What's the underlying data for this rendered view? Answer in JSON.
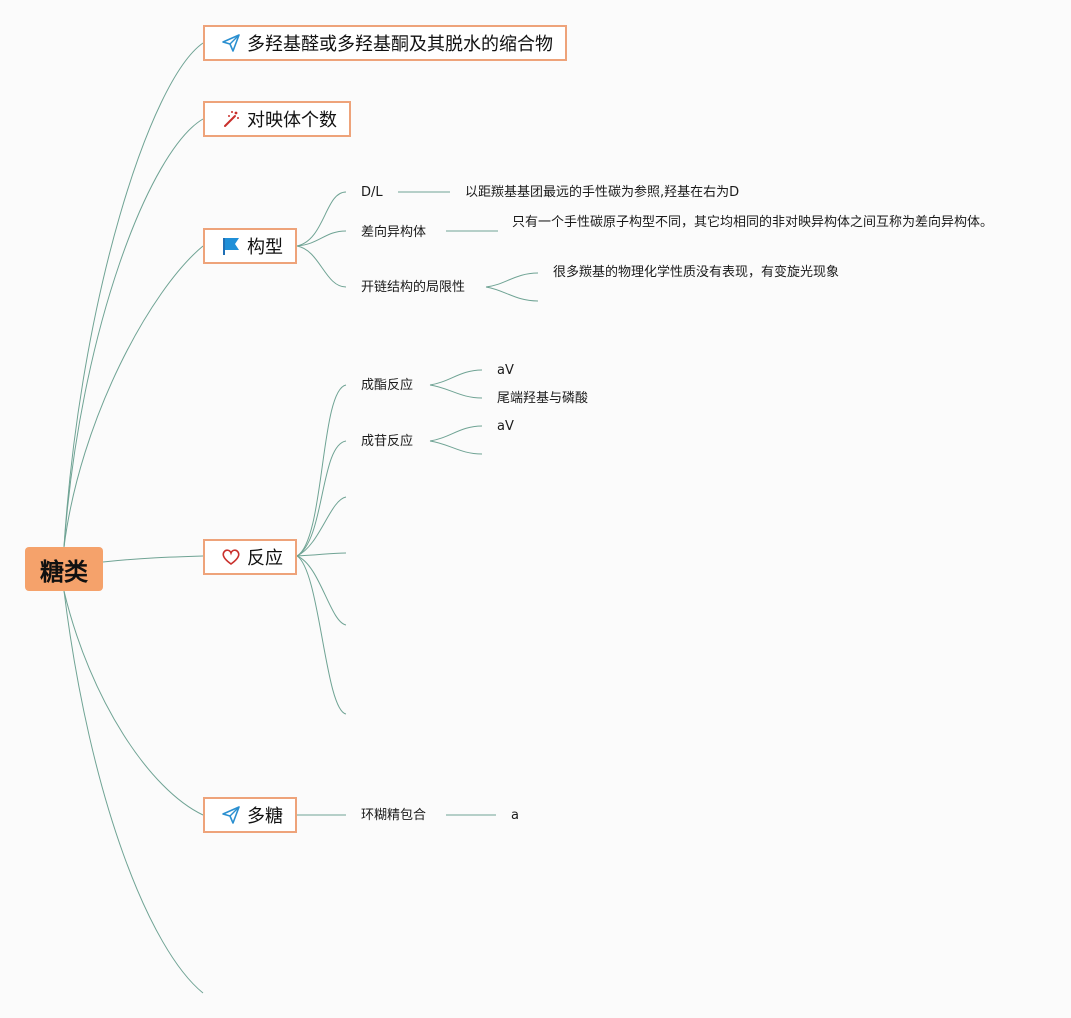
{
  "root": {
    "label": "糖类"
  },
  "topics": {
    "definition": {
      "label": "多羟基醛或多羟基酮及其脱水的缩合物",
      "icon": "paper-plane-icon"
    },
    "enantiomers": {
      "label": "对映体个数",
      "icon": "magic-wand-icon"
    },
    "configuration": {
      "label": "构型",
      "icon": "flag-icon",
      "children": {
        "dl": {
          "label": "D/L",
          "note": "以距羰基基团最远的手性碳为参照,羟基在右为D"
        },
        "epimer": {
          "label": "差向异构体",
          "note": "只有一个手性碳原子构型不同，其它均相同的非对映异构体之间互称为差向异构体。"
        },
        "open_chain": {
          "label": "开链结构的局限性",
          "note": "很多羰基的物理化学性质没有表现，有变旋光现象"
        }
      }
    },
    "reaction": {
      "label": "反应",
      "icon": "heart-icon",
      "children": {
        "esterification": {
          "label": "成酯反应",
          "notes": [
            "aV",
            "尾端羟基与磷酸"
          ]
        },
        "glycoside": {
          "label": "成苷反应",
          "notes": [
            "aV"
          ]
        }
      }
    },
    "polysaccharide": {
      "label": "多糖",
      "icon": "paper-plane-icon",
      "children": {
        "cyclodextrin": {
          "label": "环糊精包合",
          "note": "a"
        }
      }
    }
  },
  "colors": {
    "line": "#5d9a8a",
    "root_fill": "#f5a26b",
    "topic_border": "#eea37a"
  }
}
